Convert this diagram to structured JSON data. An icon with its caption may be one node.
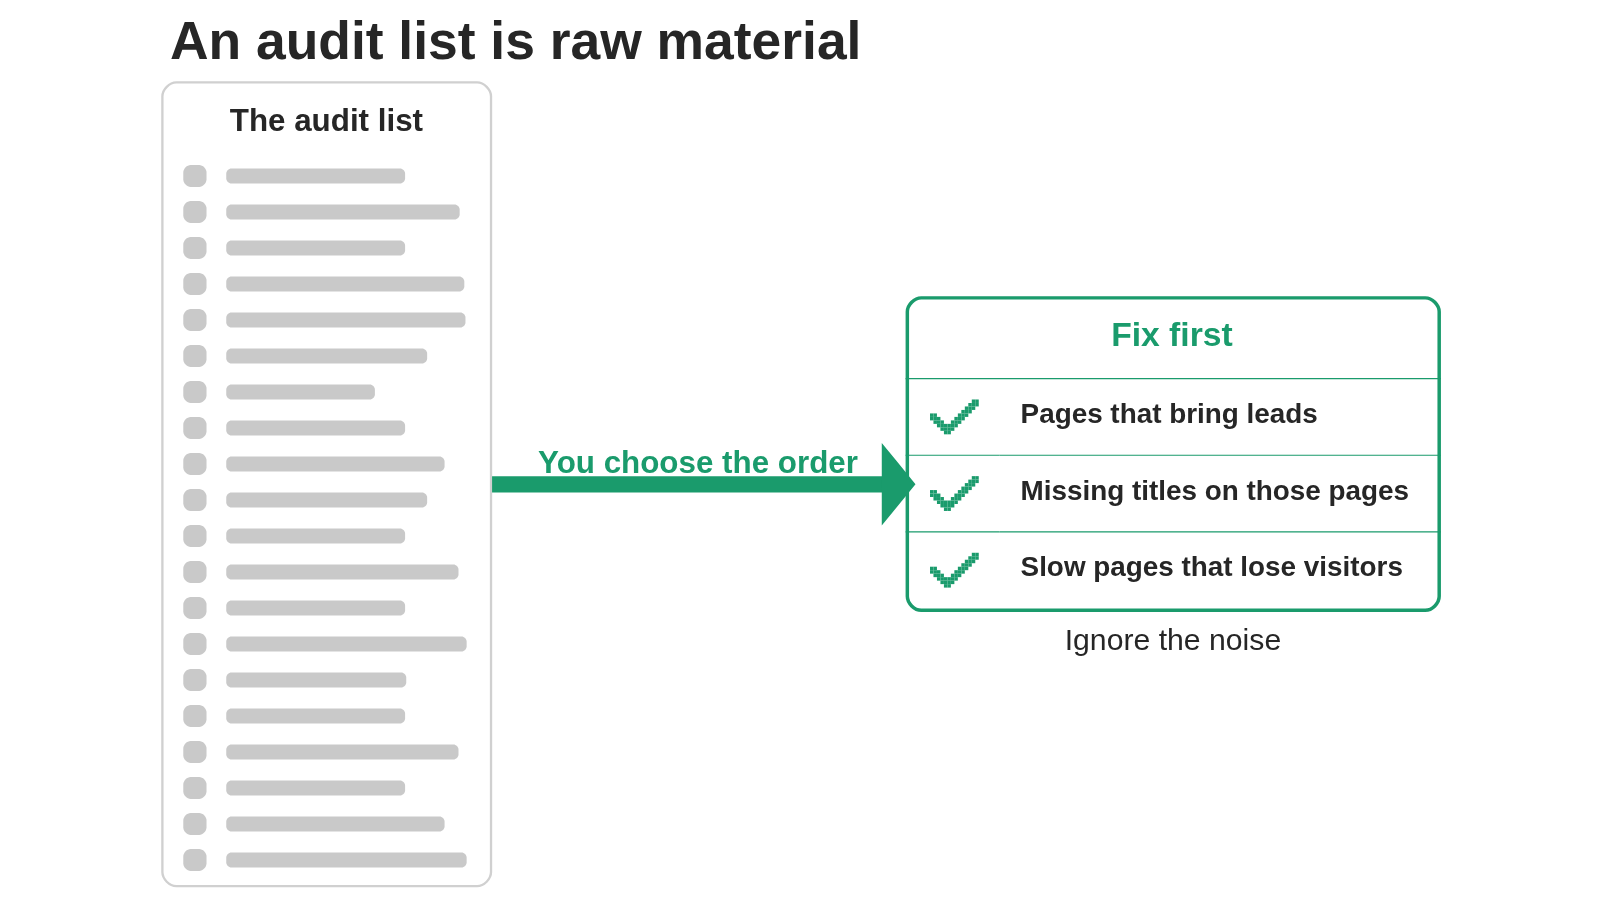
{
  "diagram": {
    "title": "An audit list is raw material",
    "nodes": [
      {
        "text": [
          "The audit list"
        ]
      },
      {
        "text": [
          "Fix first",
          "Pages that bring leads",
          "Missing titles on those pages",
          "Slow pages that lose visitors"
        ],
        "beside": [
          "Ignore the noise"
        ]
      }
    ],
    "edges": [
      {
        "from": 0,
        "to": 1,
        "arrow": "to",
        "label": "You choose the order",
        "color": "#1a9b6c"
      }
    ]
  }
}
